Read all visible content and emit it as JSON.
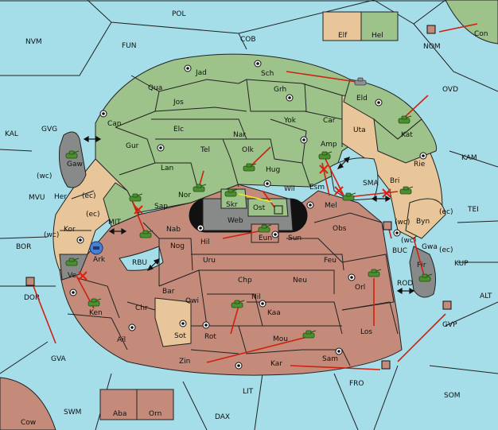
{
  "colors": {
    "sea": "#a5dde9",
    "green": "#9dc28a",
    "red": "#c48a7a",
    "tan": "#e8c699",
    "gray": "#888a8a",
    "black": "#111111",
    "order_arrow": "#d0200e",
    "support_arrow": "#f4e81b",
    "unit_green": "#4b8f30",
    "unit_gray": "#8f9292",
    "unit_blue": "#4a7fd0"
  },
  "sea_labels": [
    "POL",
    "NVM",
    "FUN",
    "COB",
    "Con",
    "NOM",
    "OVD",
    "KAL",
    "GVG",
    "KAM",
    "TEI",
    "MVU",
    "BOR",
    "MIT",
    "RBU",
    "SMA",
    "BUC",
    "ROD",
    "KUP",
    "ALT",
    "DOR",
    "GVP",
    "GVA",
    "FRO",
    "SOM",
    "LIT",
    "SWM",
    "DAX",
    "Cow",
    "Elf",
    "Hel",
    "Aba",
    "Orn"
  ],
  "land_labels": [
    "Jad",
    "Sch",
    "Qua",
    "Jos",
    "Grh",
    "Can",
    "Elc",
    "Nar",
    "Yok",
    "Car",
    "Eld",
    "Uta",
    "Kat",
    "Tel",
    "Olk",
    "Amp",
    "Gaw",
    "Gur",
    "Lan",
    "Hug",
    "Esm",
    "Rie",
    "Nor",
    "Wil",
    "Bri",
    "Her",
    "Sap",
    "Skr",
    "Ost",
    "Mel",
    "Byn",
    "Kor",
    "Web",
    "Nab",
    "Hil",
    "Eun",
    "Sun",
    "Obs",
    "Gwa",
    "Ark",
    "Nog",
    "Uru",
    "Feu",
    "Pir",
    "Ve",
    "Chp",
    "Neu",
    "Orl",
    "Ken",
    "Bar",
    "Qwi",
    "Nil",
    "Chr",
    "Kaa",
    "Sot",
    "Rot",
    "Los",
    "Ail",
    "Mou",
    "Zin",
    "Kar",
    "Sam"
  ],
  "coast_tags": [
    "(wc)",
    "(ec)",
    "(ec)",
    "(wc)",
    "(wc)",
    "(ec)",
    "(wc)",
    "(ec)"
  ]
}
